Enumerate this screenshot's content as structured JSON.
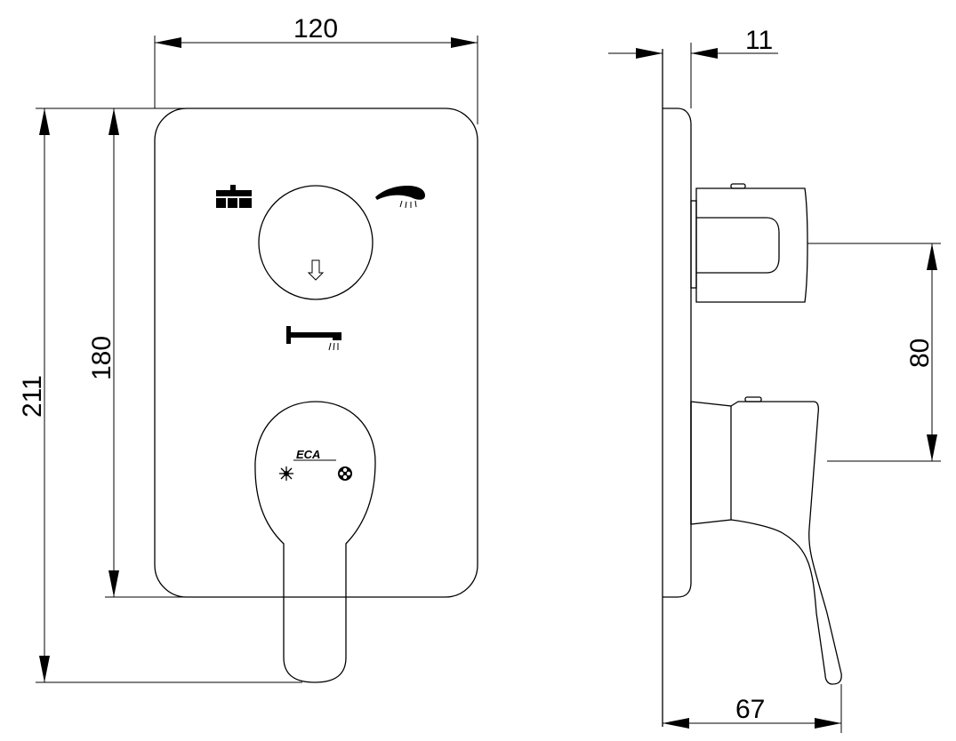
{
  "drawing": {
    "dimensions": {
      "front_width": "120",
      "front_plate_height": "180",
      "front_total_height": "211",
      "side_plate_thickness": "11",
      "side_depth": "67",
      "side_center_distance": "80"
    },
    "brand_logo": "ECA",
    "icons": [
      "overhead-shower-icon",
      "hand-shower-icon",
      "bath-spout-icon",
      "hot-icon",
      "cold-icon",
      "down-arrow-icon"
    ]
  }
}
